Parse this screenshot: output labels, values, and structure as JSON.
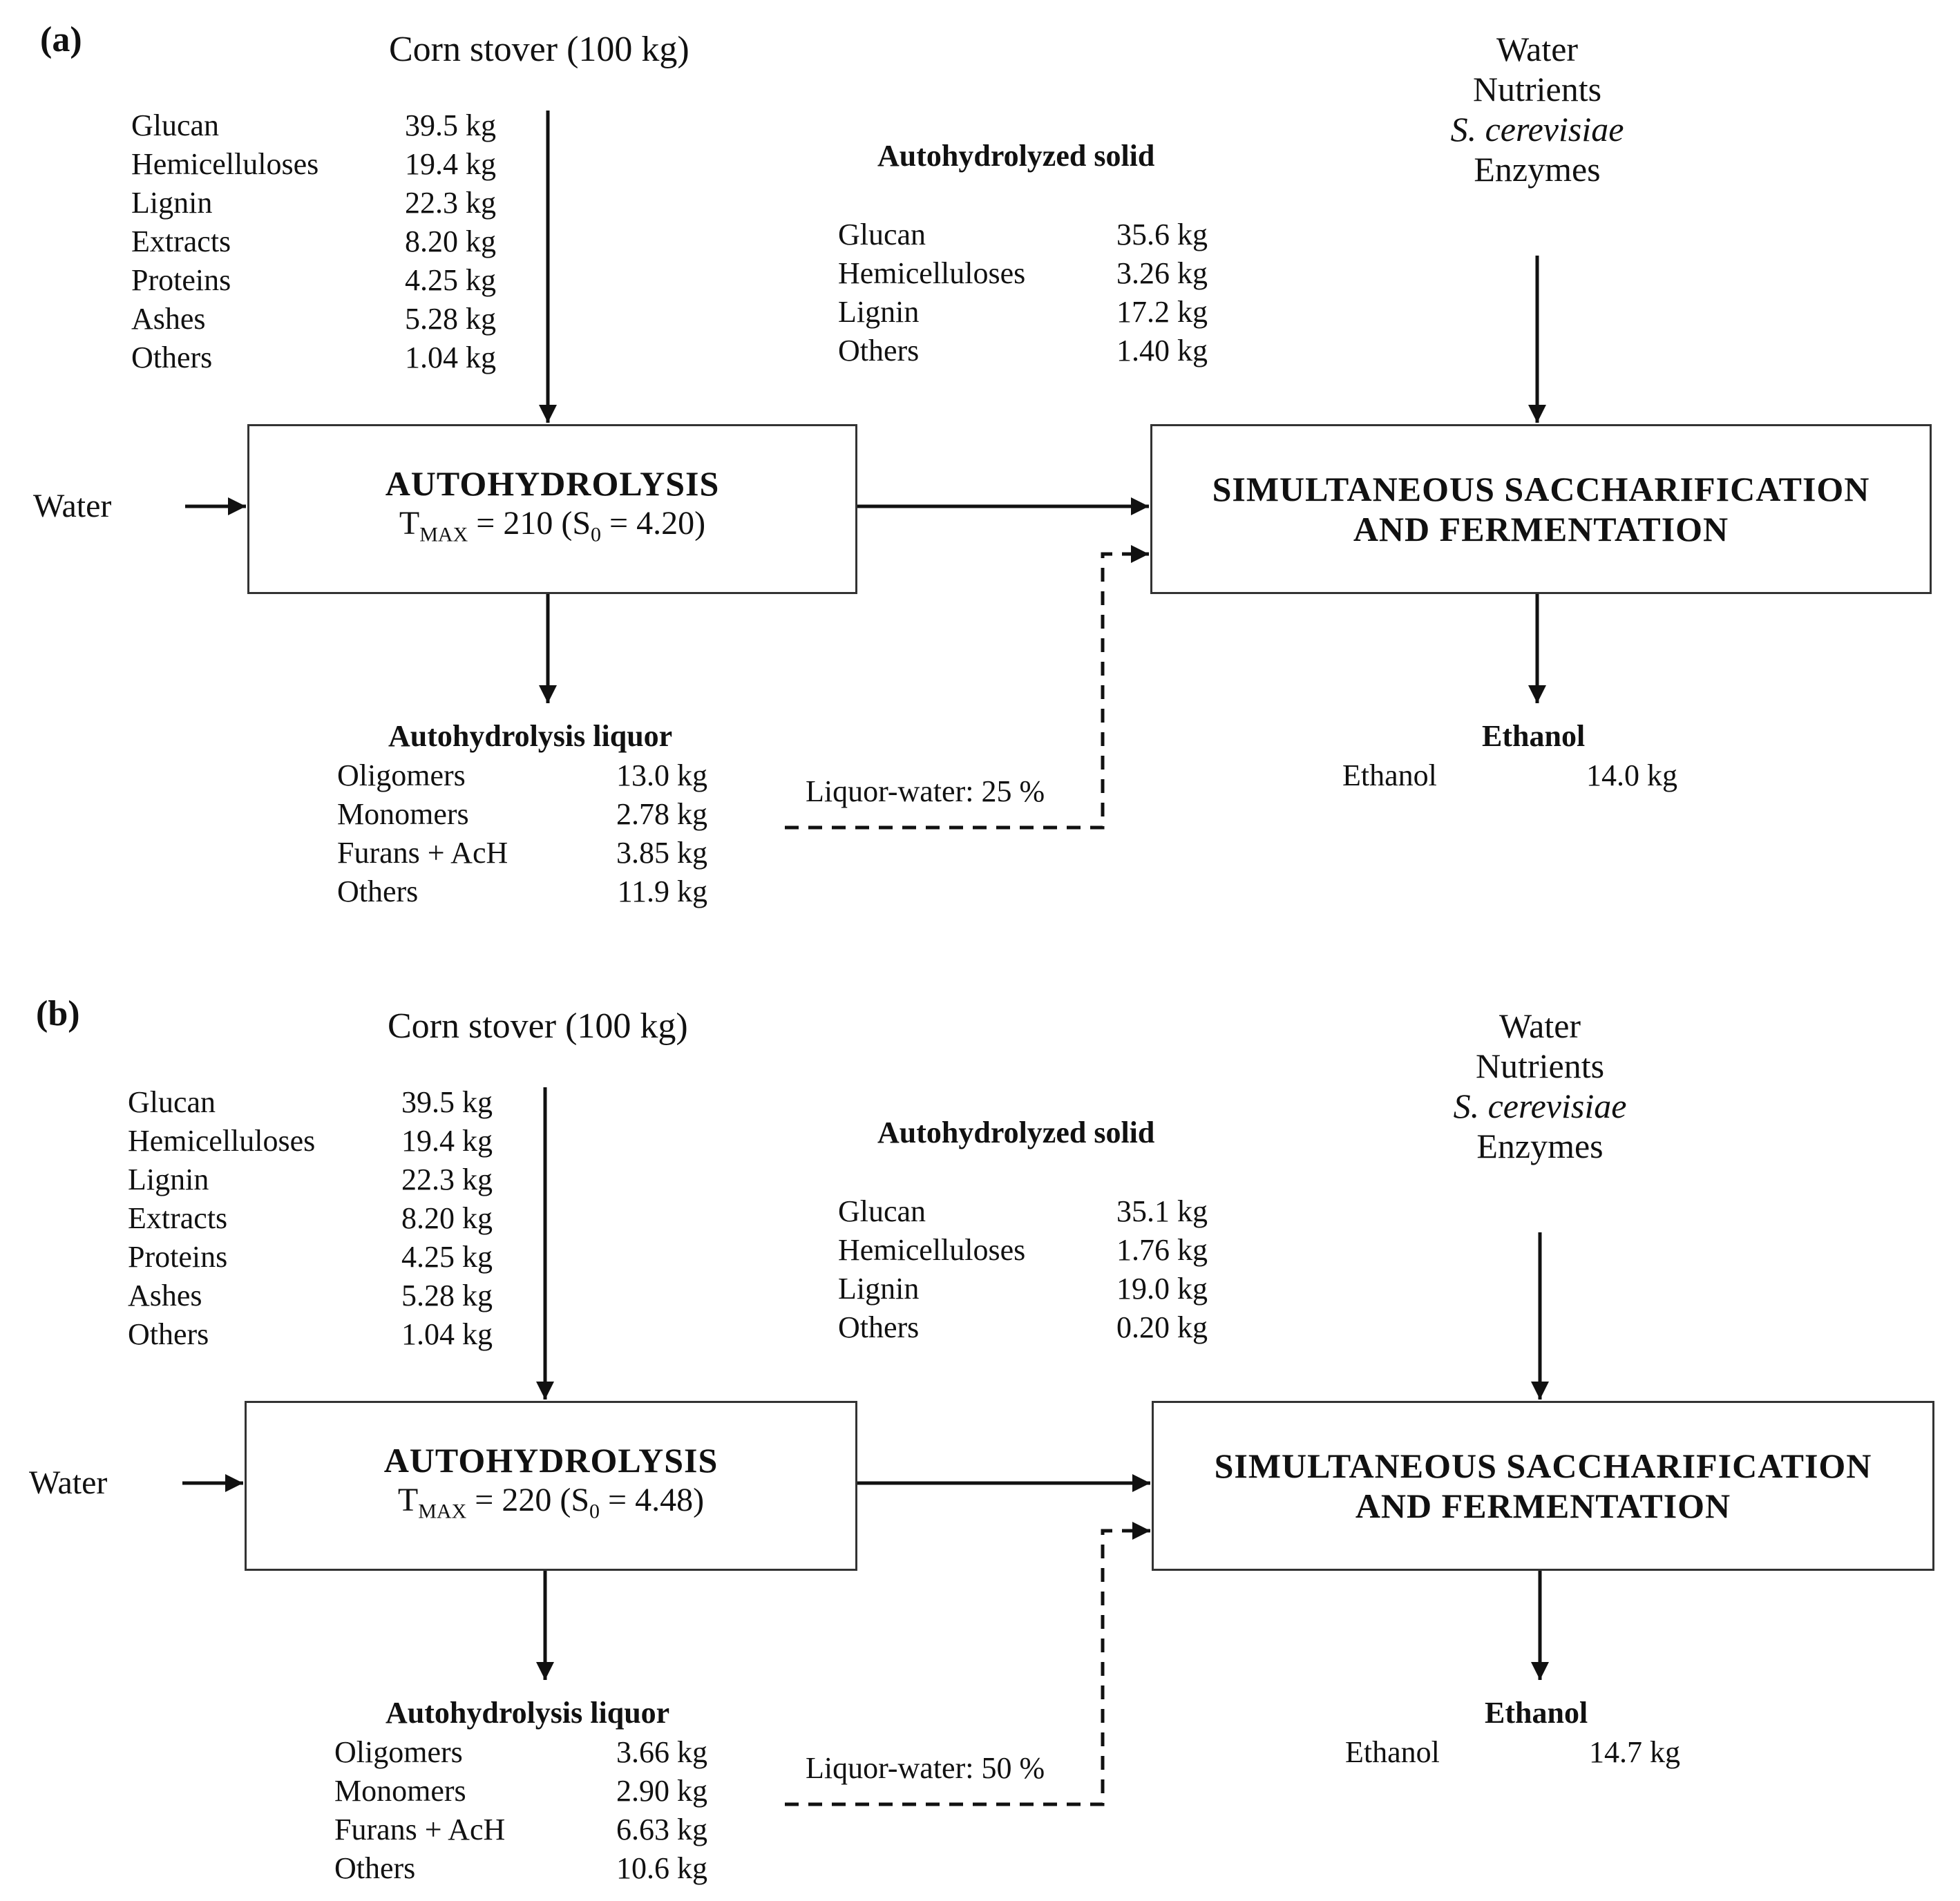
{
  "panels": [
    {
      "id": "a",
      "label": "(a)",
      "feed_title": "Corn stover (100 kg)",
      "feed": [
        {
          "name": "Glucan",
          "value": "39.5 kg"
        },
        {
          "name": "Hemicelluloses",
          "value": "19.4 kg"
        },
        {
          "name": "Lignin",
          "value": "22.3 kg"
        },
        {
          "name": "Extracts",
          "value": "8.20 kg"
        },
        {
          "name": "Proteins",
          "value": "4.25 kg"
        },
        {
          "name": "Ashes",
          "value": "5.28 kg"
        },
        {
          "name": "Others",
          "value": "1.04 kg"
        }
      ],
      "water_in": "Water",
      "autohydrolysis": {
        "title": "AUTOHYDROLYSIS",
        "t_prefix": "T",
        "t_sub": "MAX",
        "t_mid": " = 210 (S",
        "s_sub": "0",
        "t_end": " = 4.20)"
      },
      "solid": {
        "title": "Autohydrolyzed solid",
        "rows": [
          {
            "name": "Glucan",
            "value": "35.6 kg"
          },
          {
            "name": "Hemicelluloses",
            "value": "3.26 kg"
          },
          {
            "name": "Lignin",
            "value": "17.2 kg"
          },
          {
            "name": "Others",
            "value": "1.40 kg"
          }
        ]
      },
      "ssf_inputs": {
        "water": "Water",
        "nutrients": "Nutrients",
        "yeast": "S. cerevisiae",
        "enzymes": "Enzymes"
      },
      "ssf": {
        "line1": "SIMULTANEOUS SACCHARIFICATION",
        "line2": "AND FERMENTATION"
      },
      "liquor": {
        "title": "Autohydrolysis liquor",
        "rows": [
          {
            "name": "Oligomers",
            "value": "13.0 kg"
          },
          {
            "name": "Monomers",
            "value": "2.78 kg"
          },
          {
            "name": "Furans + AcH",
            "value": "3.85 kg"
          },
          {
            "name": "Others",
            "value": "11.9 kg"
          }
        ]
      },
      "recycle": "Liquor-water: 25 %",
      "ethanol": {
        "title": "Ethanol",
        "name": "Ethanol",
        "value": "14.0 kg"
      }
    },
    {
      "id": "b",
      "label": "(b)",
      "feed_title": "Corn stover (100 kg)",
      "feed": [
        {
          "name": "Glucan",
          "value": "39.5 kg"
        },
        {
          "name": "Hemicelluloses",
          "value": "19.4 kg"
        },
        {
          "name": "Lignin",
          "value": "22.3 kg"
        },
        {
          "name": "Extracts",
          "value": "8.20 kg"
        },
        {
          "name": "Proteins",
          "value": "4.25 kg"
        },
        {
          "name": "Ashes",
          "value": "5.28 kg"
        },
        {
          "name": "Others",
          "value": "1.04 kg"
        }
      ],
      "water_in": "Water",
      "autohydrolysis": {
        "title": "AUTOHYDROLYSIS",
        "t_prefix": "T",
        "t_sub": "MAX",
        "t_mid": " = 220 (S",
        "s_sub": "0",
        "t_end": " = 4.48)"
      },
      "solid": {
        "title": "Autohydrolyzed solid",
        "rows": [
          {
            "name": "Glucan",
            "value": "35.1 kg"
          },
          {
            "name": "Hemicelluloses",
            "value": "1.76 kg"
          },
          {
            "name": "Lignin",
            "value": "19.0 kg"
          },
          {
            "name": "Others",
            "value": "0.20 kg"
          }
        ]
      },
      "ssf_inputs": {
        "water": "Water",
        "nutrients": "Nutrients",
        "yeast": "S. cerevisiae",
        "enzymes": "Enzymes"
      },
      "ssf": {
        "line1": "SIMULTANEOUS SACCHARIFICATION",
        "line2": "AND FERMENTATION"
      },
      "liquor": {
        "title": "Autohydrolysis liquor",
        "rows": [
          {
            "name": "Oligomers",
            "value": "3.66 kg"
          },
          {
            "name": "Monomers",
            "value": "2.90 kg"
          },
          {
            "name": "Furans + AcH",
            "value": "6.63 kg"
          },
          {
            "name": "Others",
            "value": "10.6 kg"
          }
        ]
      },
      "recycle": "Liquor-water: 50 %",
      "ethanol": {
        "title": "Ethanol",
        "name": "Ethanol",
        "value": "14.7 kg"
      }
    }
  ]
}
